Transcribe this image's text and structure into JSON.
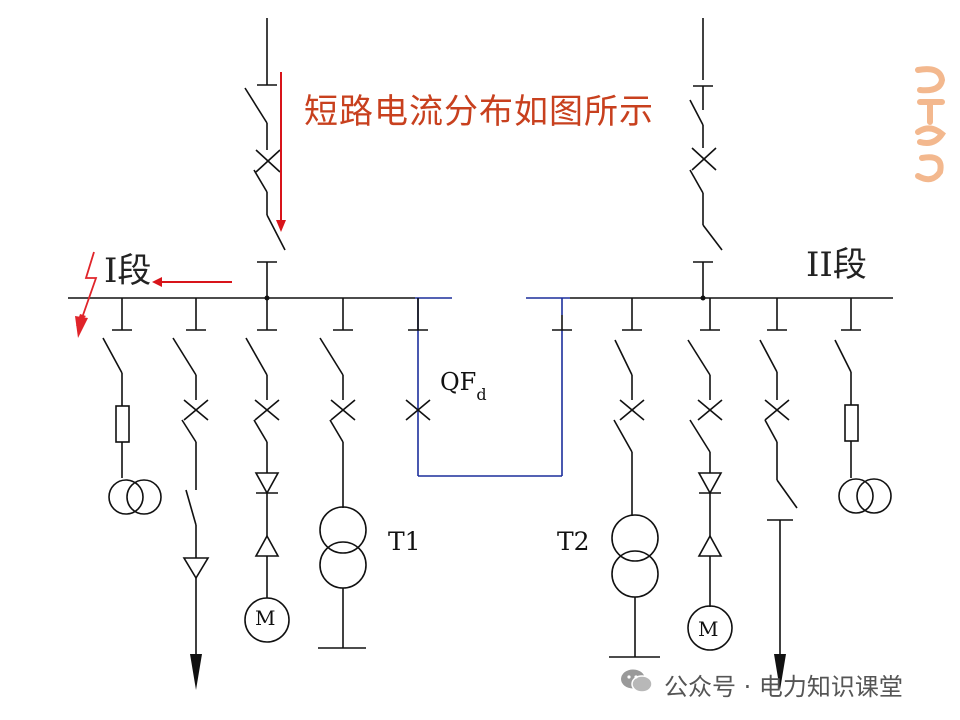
{
  "title": "短路电流分布如图所示",
  "section_1": "I段",
  "section_2": "II段",
  "breaker_label": "QF",
  "breaker_subscript": "d",
  "transformer_1": "T1",
  "transformer_2": "T2",
  "motor_1": "M",
  "motor_2": "M",
  "watermark": "公众号 · 电力知识课堂",
  "colors": {
    "title": "#c8401e",
    "fault_symbol": "#e0242a",
    "arrow": "#d8141a",
    "bus_tie": "#1c2f9c",
    "logo": "#f3b88e"
  }
}
